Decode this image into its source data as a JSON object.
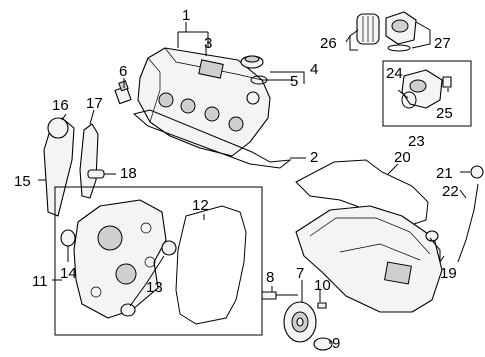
{
  "diagram": {
    "callouts": {
      "c1": "1",
      "c2": "2",
      "c3": "3",
      "c4": "4",
      "c5": "5",
      "c6": "6",
      "c7": "7",
      "c8": "8",
      "c9": "9",
      "c10": "10",
      "c11": "11",
      "c12": "12",
      "c13": "13",
      "c14": "14",
      "c15": "15",
      "c16": "16",
      "c17": "17",
      "c18": "18",
      "c19": "19",
      "c20": "20",
      "c21": "21",
      "c22": "22",
      "c23": "23",
      "c24": "24",
      "c25": "25",
      "c26": "26",
      "c27": "27"
    }
  }
}
